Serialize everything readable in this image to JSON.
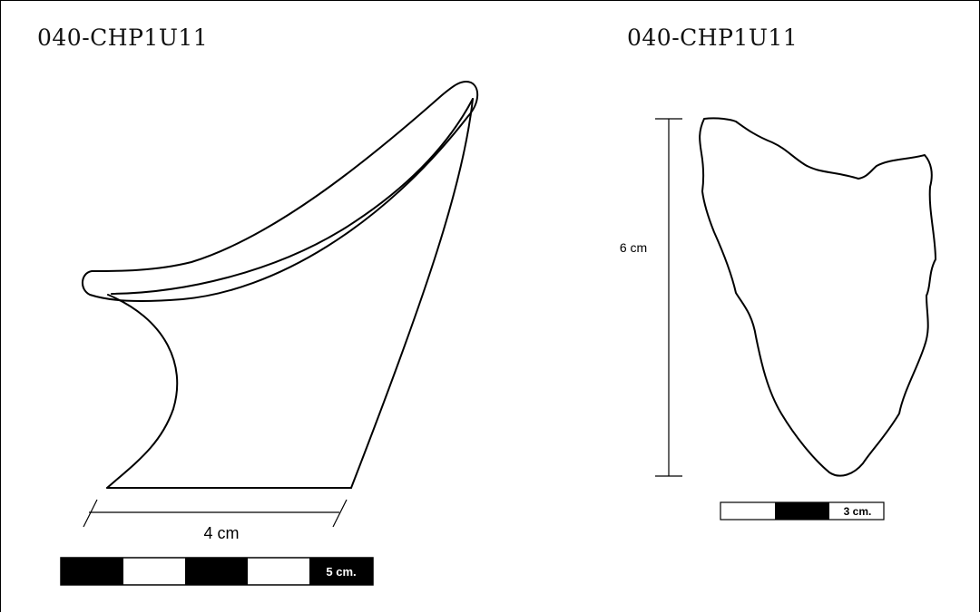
{
  "left_drawing": {
    "title": "040-CHP1U11",
    "dimension_label": "4 cm",
    "scale_label": "5 cm."
  },
  "right_drawing": {
    "title": "040-CHP1U11",
    "dimension_label": "6 cm",
    "scale_label": "3 cm."
  },
  "colors": {
    "ink": "#000000",
    "background": "#ffffff"
  }
}
